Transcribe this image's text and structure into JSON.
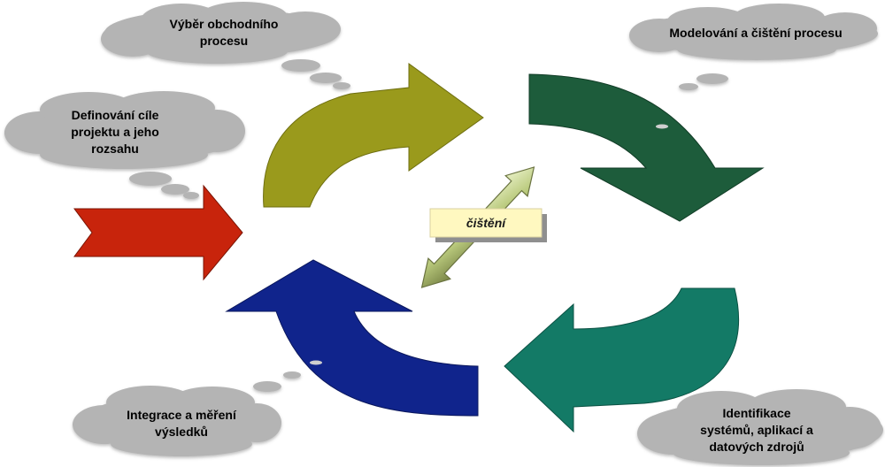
{
  "diagram": {
    "steps": {
      "select_process": [
        "Výběr obchodního",
        "procesu"
      ],
      "modeling_cleaning": [
        "Modelování a čištění procesu"
      ],
      "define_goals": [
        "Definování cíle",
        "projektu a jeho",
        "rozsahu"
      ],
      "identify_systems": [
        "Identifikace",
        "systémů, aplikací a",
        "datových zdrojů"
      ],
      "integration_measurement": [
        "Integrace a měření",
        "výsledků"
      ]
    },
    "center_label": "čištění",
    "colors": {
      "arrow_entry": "#c8240c",
      "arrow_top_left": "#9a9a1c",
      "arrow_top_right": "#1d5c3b",
      "arrow_bottom_right": "#137a66",
      "arrow_bottom_left": "#10248c",
      "double_arrow": "#d8e6a8",
      "label_box": "#fff8c0",
      "cloud": "#b4b4b4"
    }
  }
}
